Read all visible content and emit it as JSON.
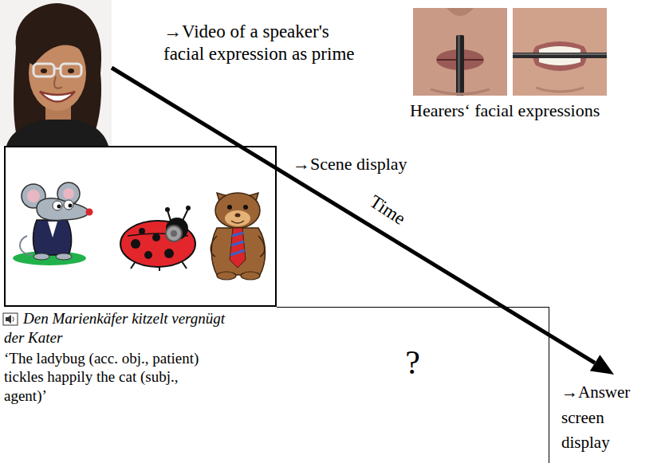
{
  "diagram": {
    "nodes": [
      {
        "text": [
          "→Scene display"
        ]
      },
      {
        "text": [
          "?",
          "→Answer screen display"
        ]
      }
    ],
    "labels": [
      "→Video of a speaker's facial expression as prime",
      "Hearers‘ facial expressions",
      "Time",
      "Den Marienkäfer kitzelt vergnügt der Kater",
      "‘The ladybug (acc. obj., patient) tickles happily the cat (subj., agent)’"
    ]
  }
}
